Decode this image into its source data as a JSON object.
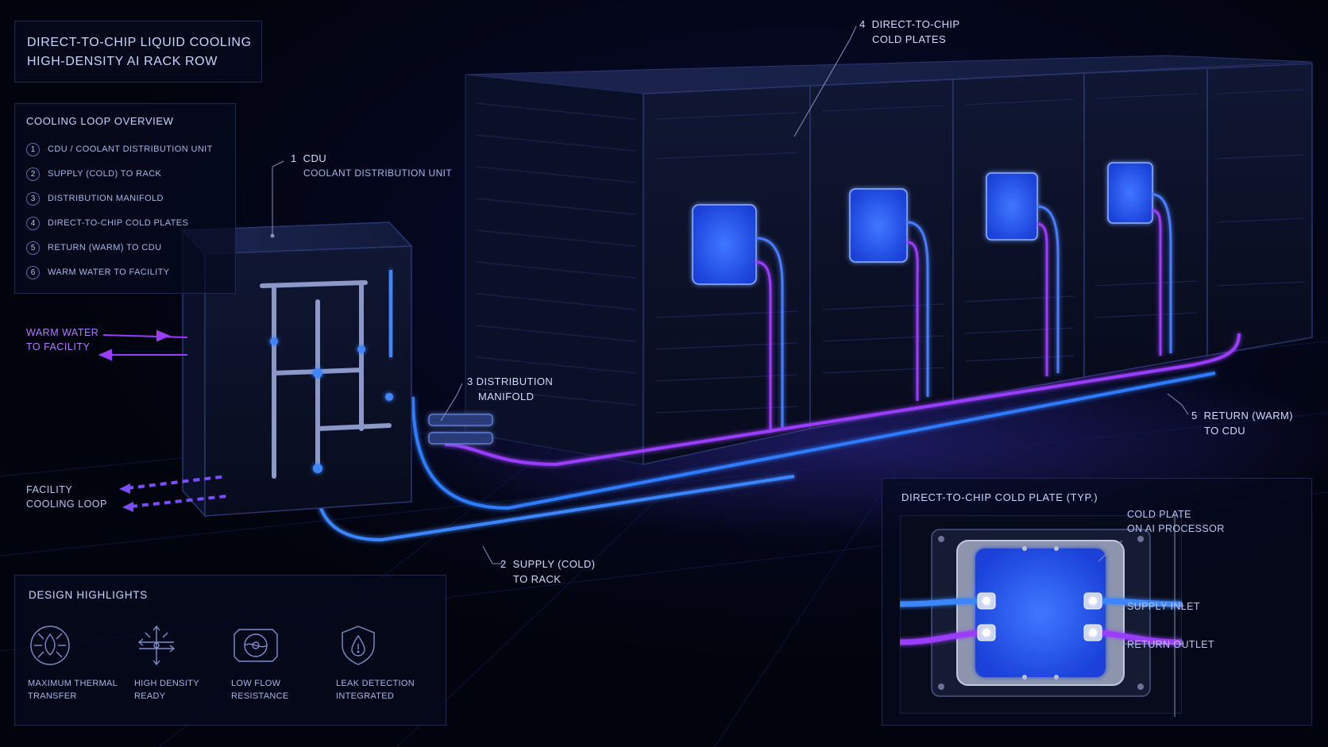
{
  "title": {
    "line1": "DIRECT-TO-CHIP LIQUID COOLING",
    "line2": "HIGH-DENSITY AI RACK ROW"
  },
  "overview": {
    "heading": "COOLING LOOP OVERVIEW",
    "items": [
      {
        "num": "1",
        "label": "CDU / COOLANT DISTRIBUTION UNIT"
      },
      {
        "num": "2",
        "label": "SUPPLY (COLD) TO RACK"
      },
      {
        "num": "3",
        "label": "DISTRIBUTION MANIFOLD"
      },
      {
        "num": "4",
        "label": "DIRECT-TO-CHIP COLD PLATES"
      },
      {
        "num": "5",
        "label": "RETURN (WARM) TO CDU"
      },
      {
        "num": "6",
        "label": "WARM WATER TO FACILITY"
      }
    ]
  },
  "callouts": {
    "cdu": {
      "num": "1",
      "title": "CDU",
      "sub": "COOLANT DISTRIBUTION UNIT"
    },
    "supply": {
      "num": "2",
      "line1": "SUPPLY (COLD)",
      "line2": "TO RACK"
    },
    "manifold": {
      "num": "3",
      "line1": "DISTRIBUTION",
      "line2": "MANIFOLD"
    },
    "cold_plates": {
      "num": "4",
      "line1": "DIRECT-TO-CHIP",
      "line2": "COLD PLATES"
    },
    "return": {
      "num": "5",
      "line1": "RETURN (WARM)",
      "line2": "TO CDU"
    }
  },
  "side_labels": {
    "warm_water": {
      "line1": "WARM WATER",
      "line2": "TO FACILITY"
    },
    "facility": {
      "line1": "FACILITY",
      "line2": "COOLING LOOP"
    }
  },
  "highlights": {
    "heading": "DESIGN HIGHLIGHTS",
    "items": [
      {
        "icon": "thermal-transfer-icon",
        "line1": "MAXIMUM THERMAL",
        "line2": "TRANSFER"
      },
      {
        "icon": "high-density-icon",
        "line1": "HIGH DENSITY",
        "line2": "READY"
      },
      {
        "icon": "low-flow-icon",
        "line1": "LOW FLOW",
        "line2": "RESISTANCE"
      },
      {
        "icon": "leak-detection-icon",
        "line1": "LEAK DETECTION",
        "line2": "INTEGRATED"
      }
    ]
  },
  "cold_plate_detail": {
    "heading": "DIRECT-TO-CHIP COLD PLATE (TYP.)",
    "labels": {
      "plate_line1": "COLD PLATE",
      "plate_line2": "ON AI PROCESSOR",
      "supply": "SUPPLY INLET",
      "return": "RETURN OUTLET"
    }
  },
  "colors": {
    "supply_cold": "#2f7bff",
    "return_warm": "#9a3dff",
    "accent_glow": "#4fa3ff",
    "panel_border": "#1e2a55",
    "text": "#c8d6ff"
  }
}
